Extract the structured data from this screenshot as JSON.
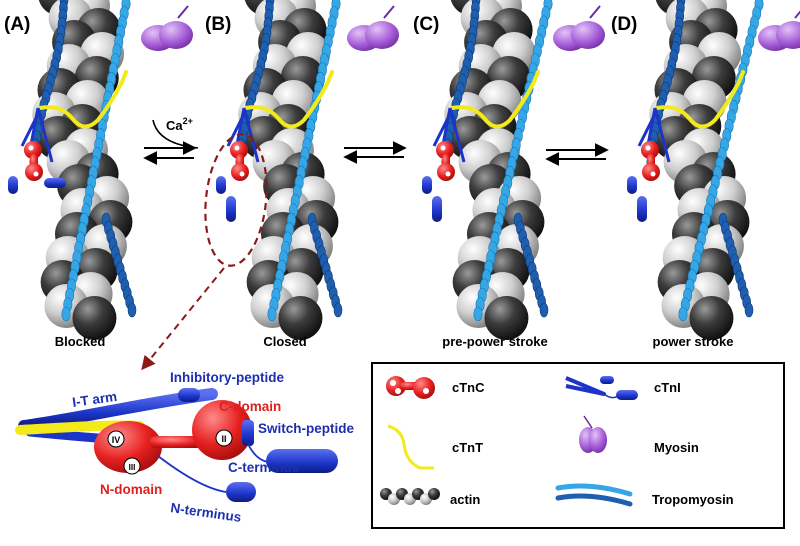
{
  "panels": [
    {
      "label": "(A)",
      "state": "Blocked"
    },
    {
      "label": "(B)",
      "state": "Closed"
    },
    {
      "label": "(C)",
      "state": "pre-power stroke"
    },
    {
      "label": "(D)",
      "state": "power stroke"
    }
  ],
  "calcium": {
    "base": "Ca",
    "sup": "2+"
  },
  "zoom": {
    "labels": {
      "it_arm": "I-T arm",
      "inhibitory_peptide": "Inhibitory-peptide",
      "c_domain": "C-domain",
      "switch_peptide": "Switch-peptide",
      "c_terminus": "C-terminus",
      "n_domain": "N-domain",
      "n_terminus": "N-terminus"
    },
    "numerals": {
      "iv": "IV",
      "iii": "III",
      "ii": "II"
    }
  },
  "legend": {
    "items": [
      {
        "name": "cTnC",
        "icon": "ctnc-icon"
      },
      {
        "name": "cTnI",
        "icon": "ctni-icon"
      },
      {
        "name": "cTnT",
        "icon": "ctnt-icon"
      },
      {
        "name": "Myosin",
        "icon": "myosin-icon"
      },
      {
        "name": "actin",
        "icon": "actin-icon"
      },
      {
        "name": "Tropomyosin",
        "icon": "tropomyosin-icon"
      }
    ]
  },
  "colors": {
    "actin_dark": "#2a2a2a",
    "actin_light": "#d8d8d8",
    "tropomyosin_light": "#35a7e6",
    "tropomyosin_dark": "#1f5fb0",
    "ctnc": "#e62020",
    "ctni": "#1c34c8",
    "ctnt": "#f2ea1a",
    "myosin": "#a35ad6",
    "arrow_dashed": "#8b1a1a"
  }
}
